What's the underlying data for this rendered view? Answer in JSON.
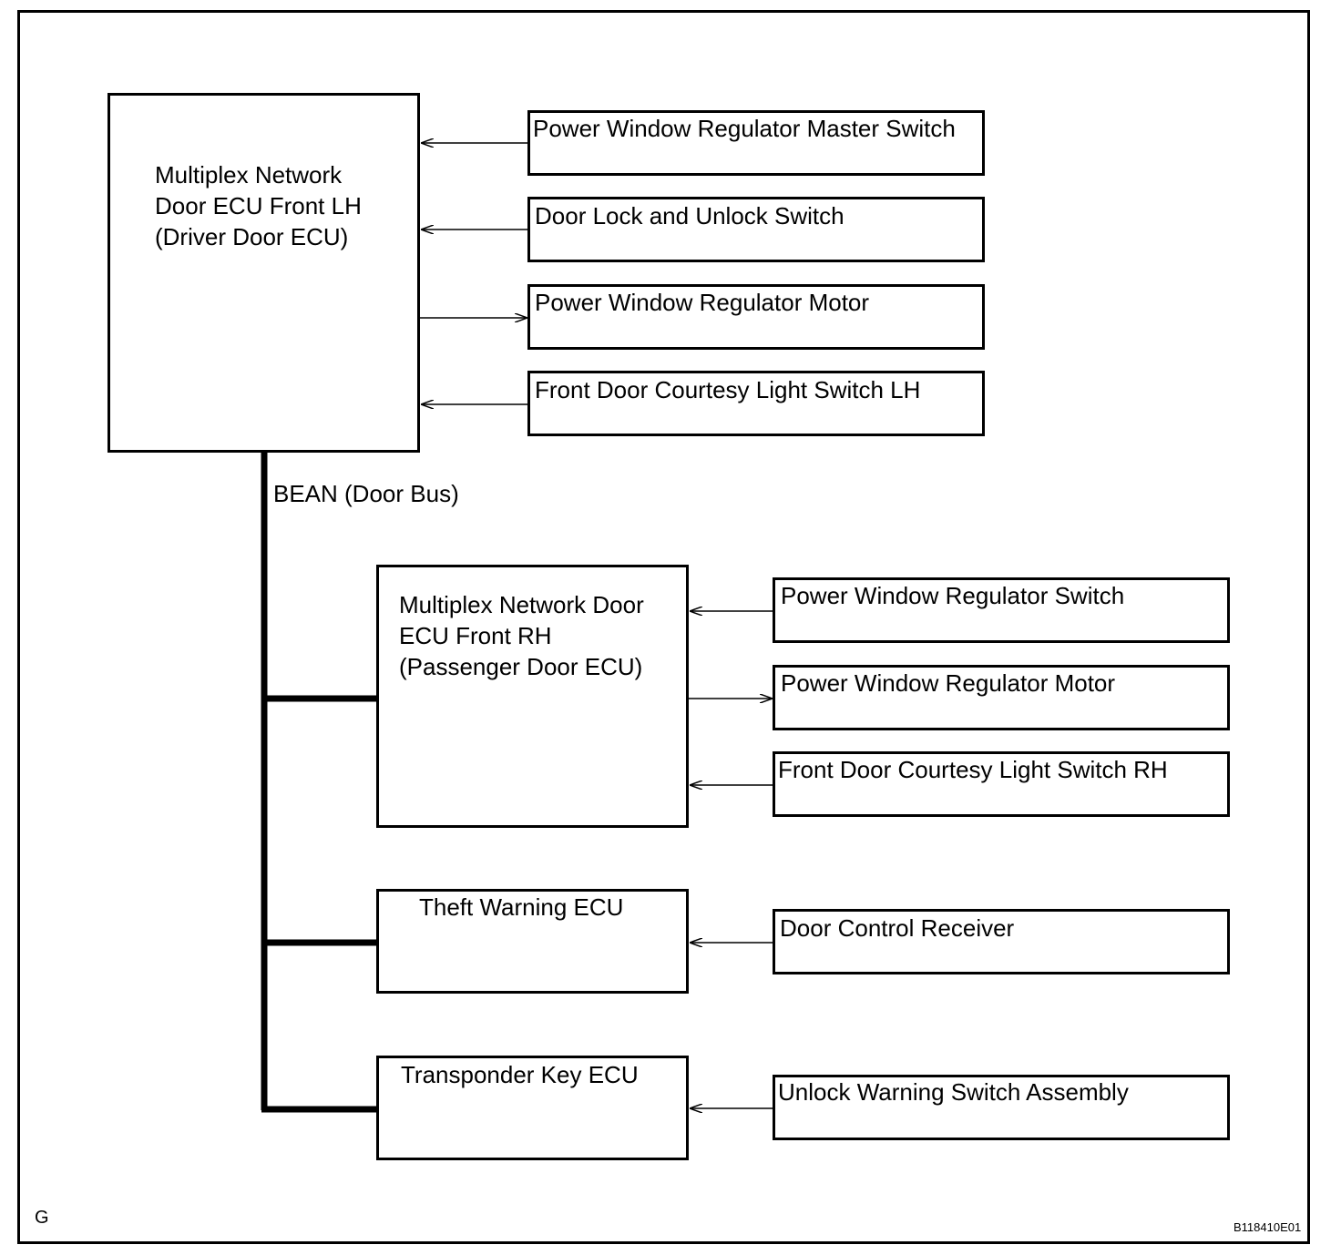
{
  "ecus": {
    "driver": {
      "line1": "Multiplex Network",
      "line2": "Door ECU Front LH",
      "line3": "(Driver Door ECU)"
    },
    "passenger": {
      "line1": "Multiplex Network Door",
      "line2": "ECU Front RH",
      "line3": "(Passenger Door ECU)"
    },
    "theft": {
      "line1": "Theft Warning ECU"
    },
    "transponder": {
      "line1": "Transponder Key ECU"
    }
  },
  "driver_components": [
    {
      "label": "Power Window Regulator Master Switch",
      "direction": "input"
    },
    {
      "label": "Door Lock and Unlock Switch",
      "direction": "input"
    },
    {
      "label": "Power Window Regulator Motor",
      "direction": "output"
    },
    {
      "label": "Front Door Courtesy Light Switch LH",
      "direction": "input"
    }
  ],
  "passenger_components": [
    {
      "label": "Power Window Regulator Switch",
      "direction": "input"
    },
    {
      "label": "Power Window Regulator Motor",
      "direction": "output"
    },
    {
      "label": "Front Door Courtesy Light Switch RH",
      "direction": "input"
    }
  ],
  "theft_components": [
    {
      "label": "Door Control Receiver",
      "direction": "input"
    }
  ],
  "transponder_components": [
    {
      "label": "Unlock Warning Switch Assembly",
      "direction": "input"
    }
  ],
  "bus": {
    "label": "BEAN (Door Bus)"
  },
  "corner": {
    "left": "G",
    "right": "B118410E01"
  }
}
